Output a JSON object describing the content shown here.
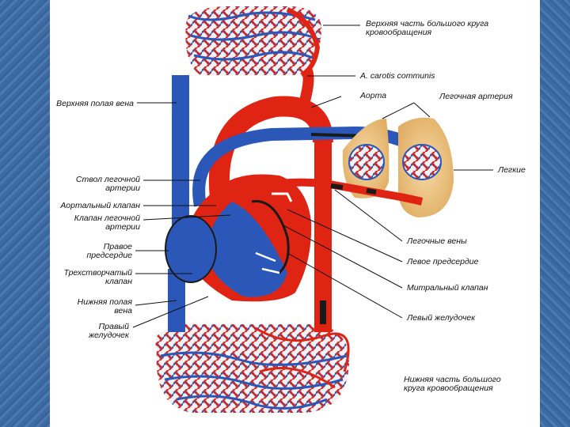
{
  "colors": {
    "background": "#3f6aa1",
    "slide": "#ffffff",
    "arterial": "#e02414",
    "venous": "#2a57b8",
    "lung": "#f0c987"
  },
  "labels": {
    "upper_body": [
      "Верхняя часть большого круга",
      "кровообращения"
    ],
    "carotis": "A. carotis communis",
    "aorta": "Аорта",
    "pulmonary_artery": "Легочная артерия",
    "lungs": "Легкие",
    "superior_vena_cava": "Верхняя полая вена",
    "pulmonary_trunk": [
      "Ствол легочной",
      "артерии"
    ],
    "aortic_valve": "Аортальный клапан",
    "pulmonary_valve": [
      "Клапан легочной",
      "артерии"
    ],
    "right_atrium": [
      "Правое",
      "предсердие"
    ],
    "tricuspid_valve": [
      "Трехстворчатый",
      "клапан"
    ],
    "inferior_vena_cava": [
      "Нижняя полая",
      "вена"
    ],
    "right_ventricle": [
      "Правый",
      "желудочек"
    ],
    "pulmonary_veins": "Легочные вены",
    "left_atrium": "Левое предсердие",
    "mitral_valve": "Митральный клапан",
    "left_ventricle": "Левый желудочек",
    "lower_body": [
      "Нижняя часть большого",
      "круга кровообращения"
    ]
  }
}
